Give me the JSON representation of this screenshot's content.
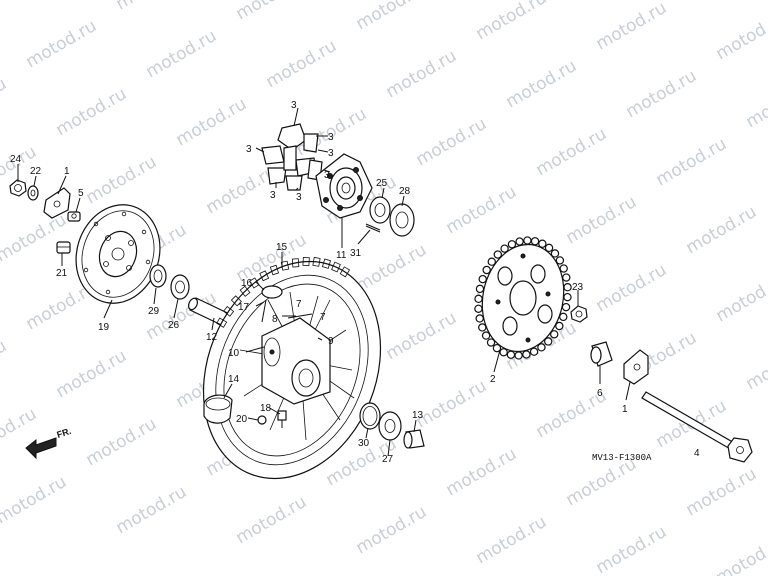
{
  "watermark": {
    "text": "motod.ru",
    "color": "#c9ced6"
  },
  "diagram_code": "MV13-F1300A",
  "direction_label": "FR.",
  "callouts": {
    "c1a": "1",
    "c1b": "1",
    "c2": "2",
    "c3a": "3",
    "c3b": "3",
    "c3c": "3",
    "c3d": "3",
    "c3e": "3",
    "c3f": "3",
    "c3g": "3",
    "c4": "4",
    "c5": "5",
    "c6": "6",
    "c7a": "7",
    "c7b": "7",
    "c8": "8",
    "c9": "9",
    "c10": "10",
    "c11": "11",
    "c12": "12",
    "c13": "13",
    "c14": "14",
    "c15": "15",
    "c16": "16",
    "c17": "17",
    "c18": "18",
    "c19": "19",
    "c20": "20",
    "c21": "21",
    "c22": "22",
    "c23": "23",
    "c24": "24",
    "c25": "25",
    "c26": "26",
    "c27": "27",
    "c28": "28",
    "c29": "29",
    "c30": "30",
    "c31": "31"
  }
}
